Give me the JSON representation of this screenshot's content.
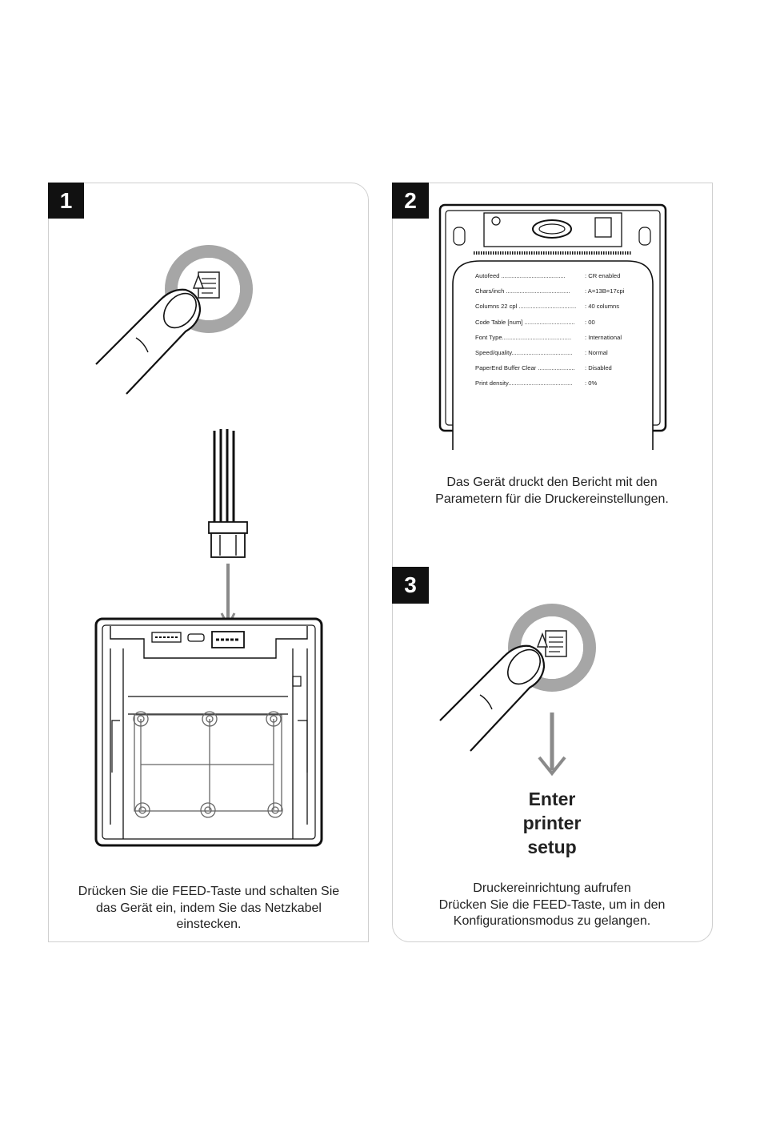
{
  "step1": {
    "number": "1",
    "caption_lines": [
      "Drücken Sie die FEED-Taste und schalten Sie",
      "das Gerät ein, indem Sie das Netzkabel",
      "einstecken."
    ]
  },
  "step2": {
    "number": "2",
    "caption_lines": [
      "Das Gerät druckt den Bericht mit den",
      "Parametern für die Druckereinstellungen."
    ],
    "report_rows": [
      {
        "key": "Autofeed ......................................",
        "value": ": CR enabled"
      },
      {
        "key": "Chars/inch ......................................",
        "value": ": A=13B=17cpi"
      },
      {
        "key": "Columns 22 cpl ..................................",
        "value": ": 40 columns"
      },
      {
        "key": "Code Table [num] ..............................",
        "value": ": 00"
      },
      {
        "key": "Font Type.........................................",
        "value": ": International"
      },
      {
        "key": "Speed/quality....................................",
        "value": ": Normal"
      },
      {
        "key": "PaperEnd Buffer Clear ......................",
        "value": ": Disabled"
      },
      {
        "key": "Print density......................................",
        "value": ": 0%"
      }
    ]
  },
  "step3": {
    "number": "3",
    "enter_lines": [
      "Enter",
      "printer",
      "setup"
    ],
    "caption_lines": [
      "Druckereinrichtung aufrufen",
      "Drücken Sie die FEED-Taste, um in den",
      "Konfigurationsmodus zu gelangen."
    ]
  },
  "colors": {
    "badge": "#111111",
    "ring": "#a6a6a6",
    "arrow": "#8a8a8a",
    "border": "#cfcfcf"
  },
  "icons": [
    "feed-button-icon",
    "finger-icon",
    "power-cable-icon",
    "arrow-down-icon",
    "printer-back-icon",
    "printer-front-icon"
  ]
}
